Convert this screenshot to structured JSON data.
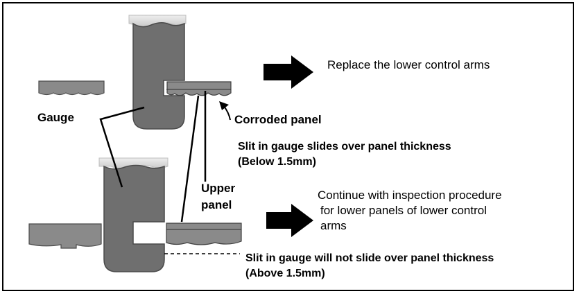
{
  "results": {
    "top": "Replace the lower control arms",
    "bottom_lines": [
      "Continue with inspection procedure",
      "for lower panels of lower control",
      "arms"
    ]
  },
  "labels": {
    "gauge": "Gauge",
    "corroded_panel": "Corroded panel",
    "upper_panel_lines": [
      "Upper",
      "panel"
    ]
  },
  "notes": {
    "below_lines": [
      "Slit in gauge slides over panel thickness",
      "(Below 1.5mm)"
    ],
    "above_lines": [
      "Slit in gauge will not slide over panel thickness",
      "(Above 1.5mm)"
    ]
  },
  "colors": {
    "gauge": "#6f6f6f",
    "panel": "#777777",
    "clamp_cap": "#d4d4d4",
    "ink": "#000000"
  }
}
